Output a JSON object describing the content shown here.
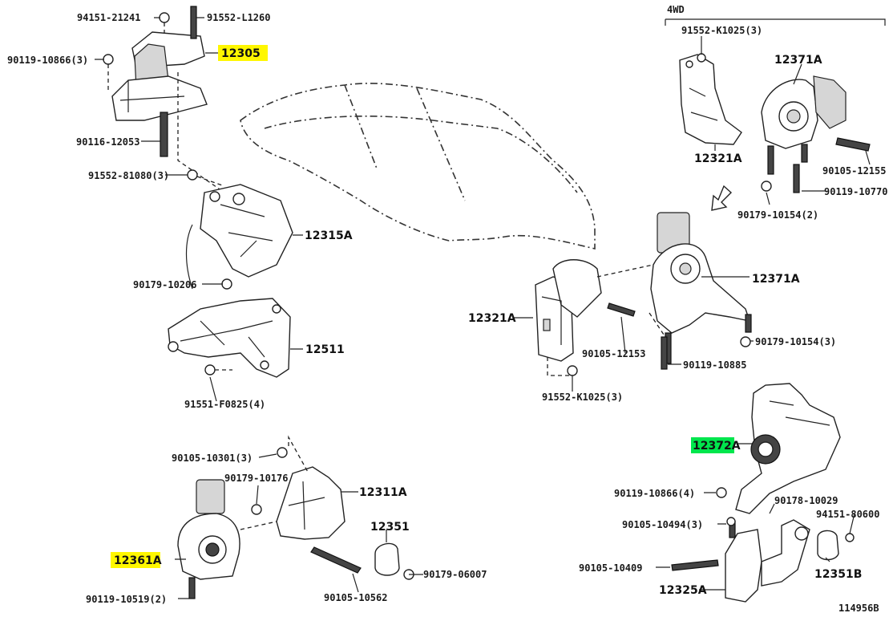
{
  "section_label": "4WD",
  "figure_code": "114956B",
  "highlight_colors": {
    "yellow": "#fff700",
    "green": "#00e64d"
  },
  "labels": {
    "p94151_21241": "94151-21241",
    "p91552_L1260": "91552-L1260",
    "p12305": "12305",
    "p90119_10866_3": "90119-10866(3)",
    "p90116_12053": "90116-12053",
    "p91552_81080_3": "91552-81080(3)",
    "p12315A": "12315A",
    "p90179_10206": "90179-10206",
    "p12511": "12511",
    "p91551_F0825_4": "91551-F0825(4)",
    "p91552_K1025_3_top": "91552-K1025(3)",
    "p12371A_top": "12371A",
    "p12321A_top": "12321A",
    "p90105_12155": "90105-12155",
    "p90119_10770": "90119-10770",
    "p90179_10154_2": "90179-10154(2)",
    "p12371A_mid": "12371A",
    "p12321A_mid": "12321A",
    "p90105_12153": "90105-12153",
    "p90179_10154_3": "90179-10154(3)",
    "p90119_10885": "90119-10885",
    "p91552_K1025_3_mid": "91552-K1025(3)",
    "p90105_10301_3": "90105-10301(3)",
    "p90179_10176": "90179-10176",
    "p12311A": "12311A",
    "p12351": "12351",
    "p12361A": "12361A",
    "p90179_06007": "90179-06007",
    "p90119_10519_2": "90119-10519(2)",
    "p90105_10562": "90105-10562",
    "p12372A": "12372A",
    "p90119_10866_4": "90119-10866(4)",
    "p90178_10029": "90178-10029",
    "p94151_80600": "94151-80600",
    "p90105_10494_3": "90105-10494(3)",
    "p90105_10409": "90105-10409",
    "p12351B": "12351B",
    "p12325A": "12325A"
  }
}
